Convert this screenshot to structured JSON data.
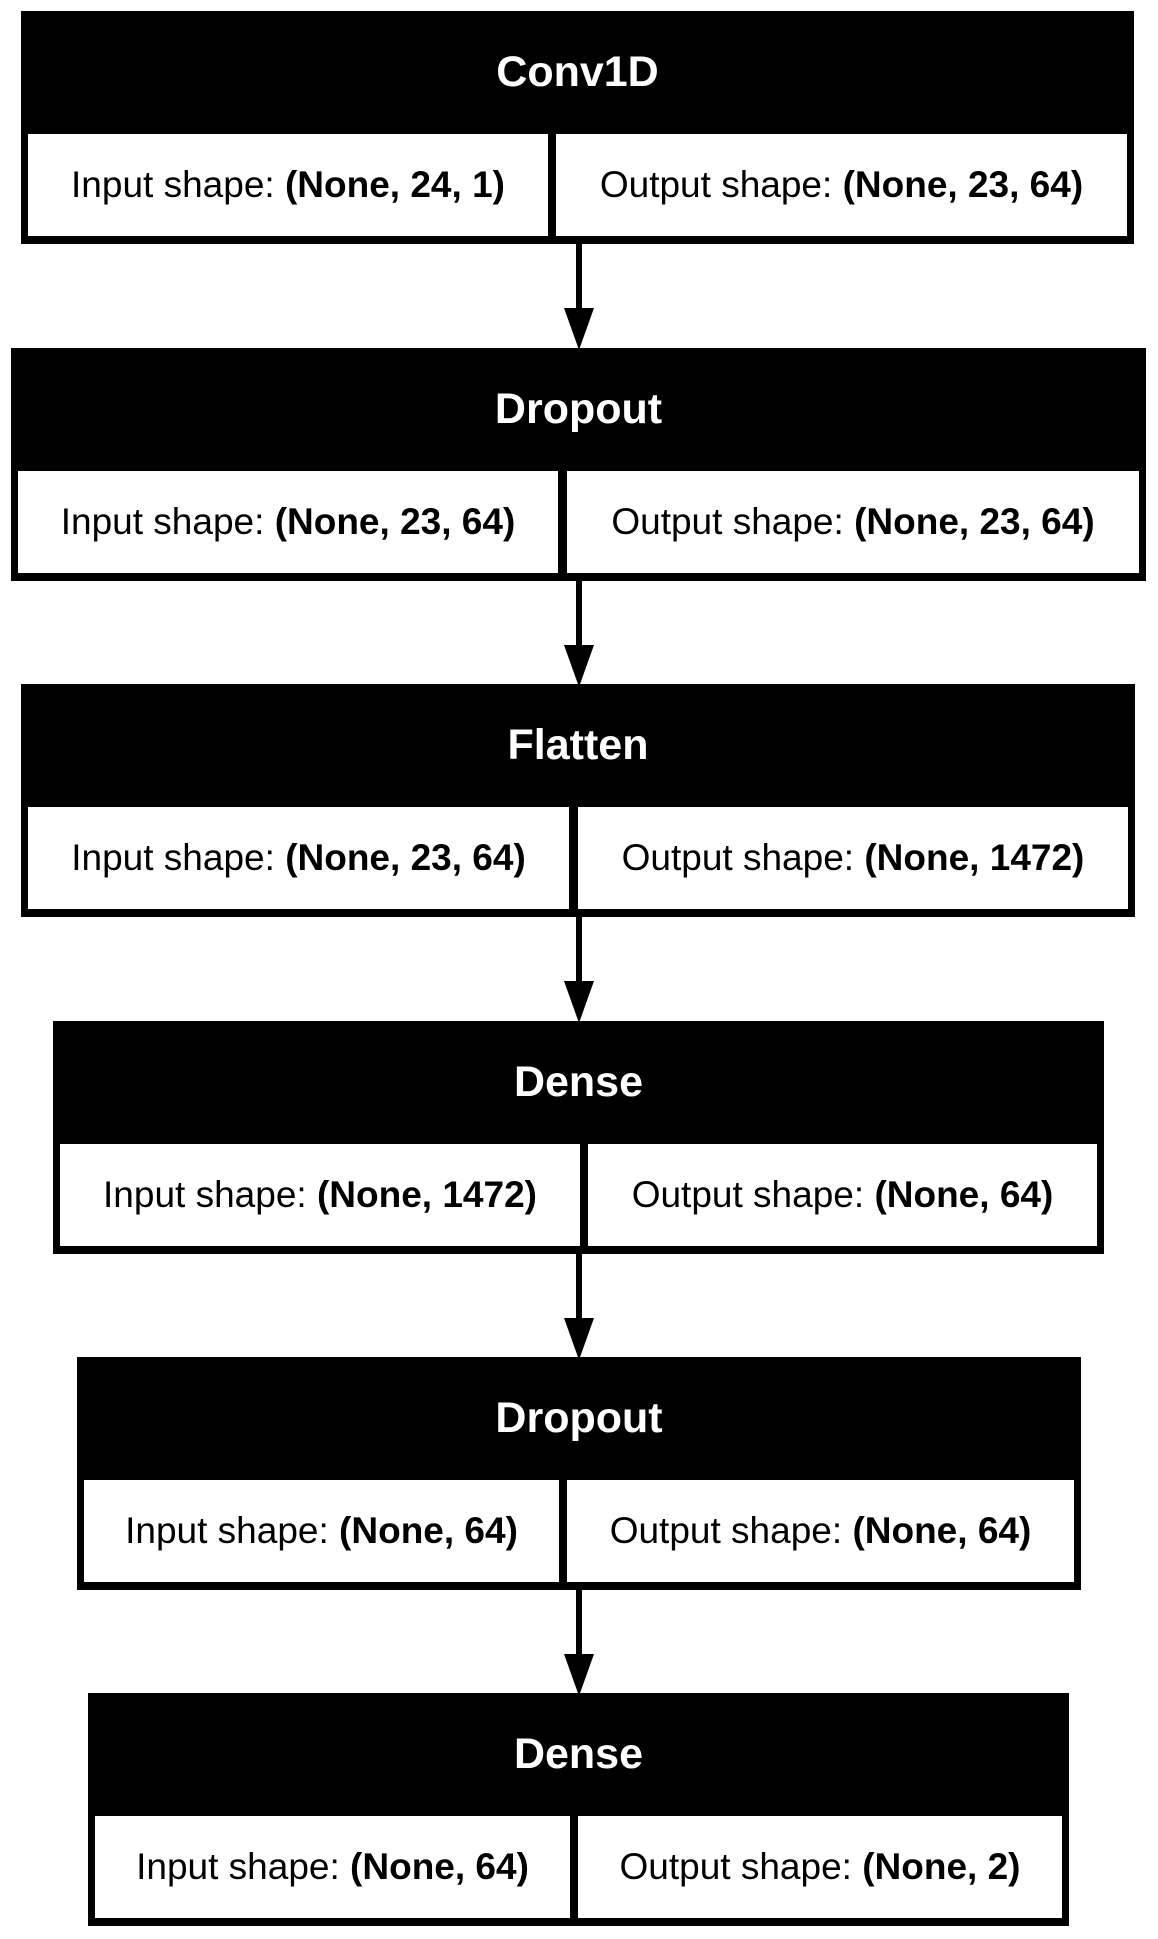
{
  "layers": [
    {
      "name": "Conv1D",
      "input_label": "Input shape:",
      "input_value": "(None, 24, 1)",
      "output_label": "Output shape:",
      "output_value": "(None, 23, 64)"
    },
    {
      "name": "Dropout",
      "input_label": "Input shape:",
      "input_value": "(None, 23, 64)",
      "output_label": "Output shape:",
      "output_value": "(None, 23, 64)"
    },
    {
      "name": "Flatten",
      "input_label": "Input shape:",
      "input_value": "(None, 23, 64)",
      "output_label": "Output shape:",
      "output_value": "(None, 1472)"
    },
    {
      "name": "Dense",
      "input_label": "Input shape:",
      "input_value": "(None, 1472)",
      "output_label": "Output shape:",
      "output_value": "(None, 64)"
    },
    {
      "name": "Dropout",
      "input_label": "Input shape:",
      "input_value": "(None, 64)",
      "output_label": "Output shape:",
      "output_value": "(None, 64)"
    },
    {
      "name": "Dense",
      "input_label": "Input shape:",
      "input_value": "(None, 64)",
      "output_label": "Output shape:",
      "output_value": "(None, 2)"
    }
  ]
}
